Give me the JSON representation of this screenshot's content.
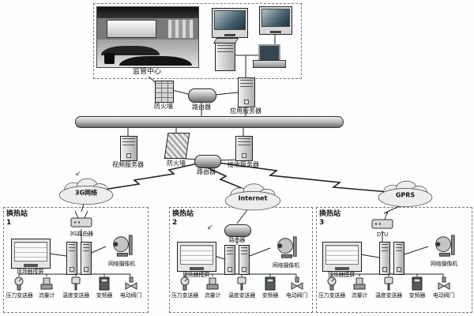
{
  "diagram": {
    "center": {
      "label": "监管中心"
    },
    "top": {
      "firewall": "防火墙",
      "router": "路由器",
      "app_server": "应用服务器"
    },
    "mid": {
      "video_server": "视频服务器",
      "firewall": "防火墙",
      "recv_server": "接收服务器",
      "router": "路由器"
    },
    "clouds": {
      "g3": "3G网络",
      "internet": "Internet",
      "gprs": "GPRS"
    },
    "annotations": {
      "a1": "↙",
      "a2": "↙"
    },
    "stations": [
      {
        "name": "换热站1",
        "gateway": "3G路由器",
        "touchscreen": "现场触摸屏",
        "camera": "网络摄像机",
        "devices": [
          "压力变送器",
          "流量计",
          "温度变送器",
          "变频器",
          "电动阀门"
        ]
      },
      {
        "name": "换热站2",
        "gateway": "路由器",
        "touchscreen": "现场触摸屏",
        "camera": "网络摄像机",
        "devices": [
          "压力变送器",
          "流量计",
          "温度变送器",
          "变频器",
          "电动阀门"
        ]
      },
      {
        "name": "换热站3",
        "gateway": "DTU",
        "touchscreen": "现场触摸屏",
        "camera": "网络摄像机",
        "devices": [
          "压力变送器",
          "流量计",
          "温度变送器",
          "变频器",
          "电动阀门"
        ]
      }
    ]
  }
}
